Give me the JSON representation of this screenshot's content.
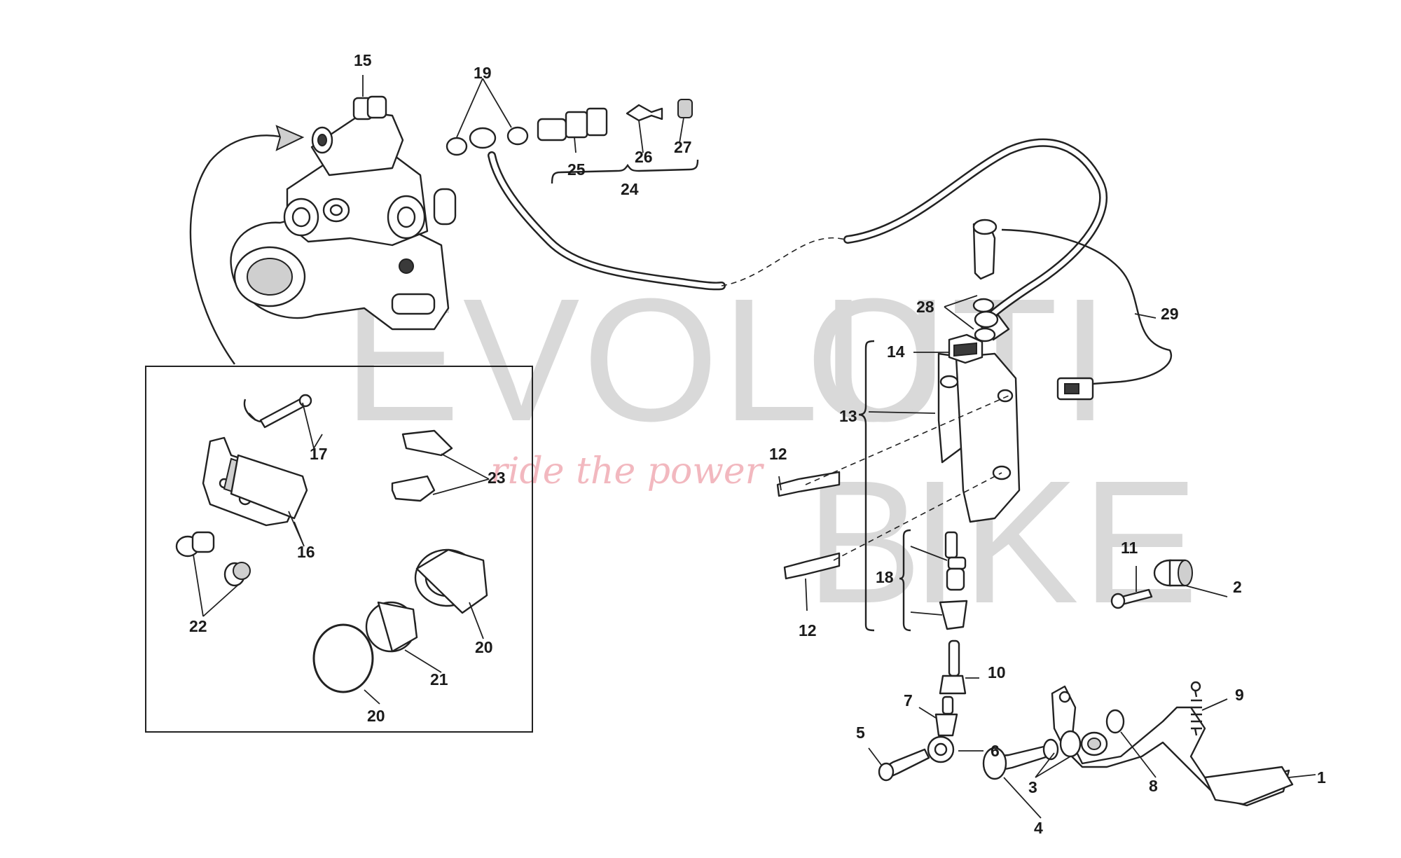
{
  "watermark": {
    "letters": "EVOLUTI",
    "big_o": "O",
    "bike_b": "B",
    "bike_rest": "IKE",
    "tagline": "ride the power"
  },
  "callouts": {
    "c1": "1",
    "c2": "2",
    "c3": "3",
    "c4": "4",
    "c5": "5",
    "c6": "6",
    "c7": "7",
    "c8": "8",
    "c9": "9",
    "c10": "10",
    "c11": "11",
    "c12a": "12",
    "c12b": "12",
    "c13": "13",
    "c14": "14",
    "c15": "15",
    "c16": "16",
    "c17": "17",
    "c18": "18",
    "c19": "19",
    "c20a": "20",
    "c20b": "20",
    "c21": "21",
    "c22": "22",
    "c23": "23",
    "c24": "24",
    "c25": "25",
    "c26": "26",
    "c27": "27",
    "c28": "28",
    "c29": "29"
  },
  "colors": {
    "line": "#222222",
    "watermark_grey": "#d9d9d9",
    "watermark_pink": "#f2b8bf"
  }
}
